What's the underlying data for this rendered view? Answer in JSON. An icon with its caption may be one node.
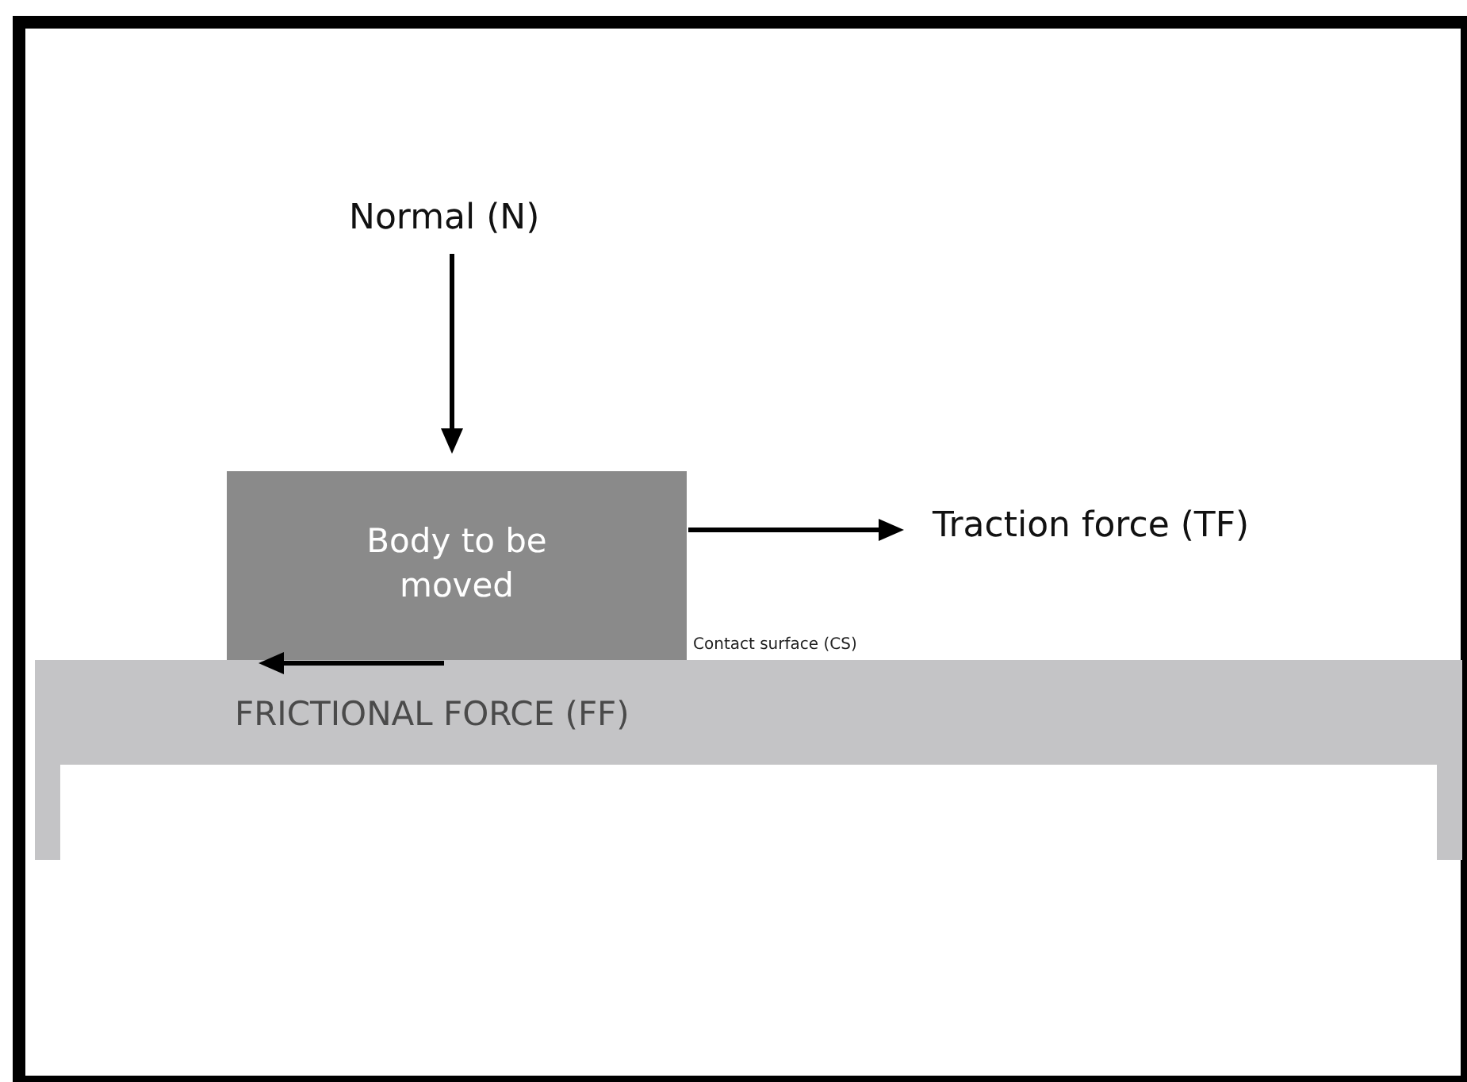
{
  "diagram": {
    "nodes": [
      {
        "text": [
          "Body to be moved"
        ]
      },
      {
        "text": [
          "FRICTIONAL FORCE (FF)"
        ]
      }
    ],
    "labels": [
      "Normal (N)",
      "Traction force (TF)",
      "Contact surface (CS)"
    ]
  }
}
